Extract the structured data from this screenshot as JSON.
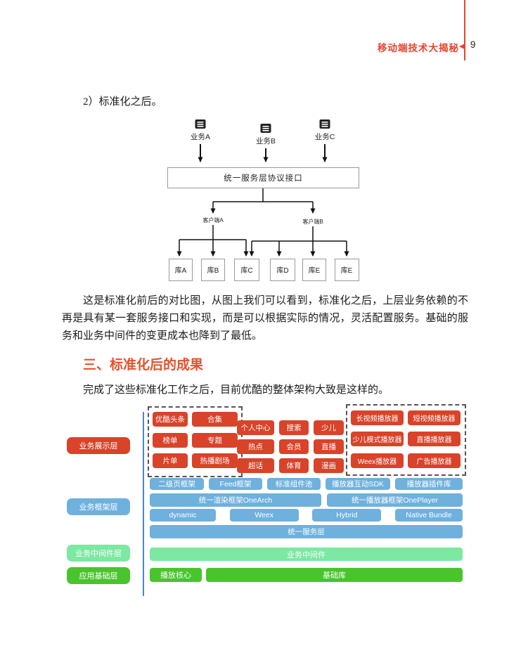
{
  "page": {
    "header": {
      "title": "移动端技术大揭秘",
      "marker": "◀",
      "page_number": "9"
    }
  },
  "content": {
    "step_label": "2）标准化之后。",
    "paragraph1": "这是标准化前后的对比图，从图上我们可以看到，标准化之后，上层业务依赖的不再是具有某一套服务接口和实现，而是可以根据实际的情况，灵活配置服务。基础的服务和业务中间件的变更成本也降到了最低。",
    "section_heading": "三、标准化后的成果",
    "paragraph2": "完成了这些标准化工作之后，目前优酷的整体架构大致是这样的。"
  },
  "flow": {
    "businesses": [
      "业务A",
      "业务B",
      "业务C"
    ],
    "interface_label": "统一服务层协议接口",
    "clients": [
      "客户端A",
      "客户端B"
    ],
    "libraries": [
      "库A",
      "库B",
      "库C",
      "库D",
      "库E",
      "库E"
    ]
  },
  "arch": {
    "layer_labels": [
      "业务展示层",
      "业务框架层",
      "业务中间件层",
      "应用基础层"
    ],
    "display_left": [
      "优酷头条",
      "合集",
      "榜单",
      "专题",
      "片单",
      "热播剧场"
    ],
    "display_mid": [
      "个人中心",
      "搜索",
      "少儿",
      "热点",
      "会员",
      "直播",
      "超话",
      "体育",
      "漫画"
    ],
    "display_right": [
      "长视频播放器",
      "短视频播放器",
      "少儿模式播放器",
      "直播播放器",
      "Weex播放器",
      "广告播放器"
    ],
    "framework_row1": [
      "二级页框架",
      "Feed框架",
      "标准组件池",
      "播放器互动SDK",
      "播放器插件库"
    ],
    "framework_row2": [
      "统一渲染框架OneArch",
      "统一播放器框架OnePlayer"
    ],
    "framework_row3": [
      "dynamic",
      "Weex",
      "Hybrid",
      "Native Bundle"
    ],
    "service_layer": "统一服务层",
    "middleware_bar": "业务中间件",
    "base_row": [
      "播放核心",
      "基础库"
    ]
  },
  "colors": {
    "accent_red": "#d8432a",
    "blue": "#6fb0dd",
    "light_green": "#7de8a2",
    "green": "#49c42c",
    "heading_orange": "#e8502c",
    "header_red": "#e8432c",
    "divider_blue": "#4a85cf"
  }
}
